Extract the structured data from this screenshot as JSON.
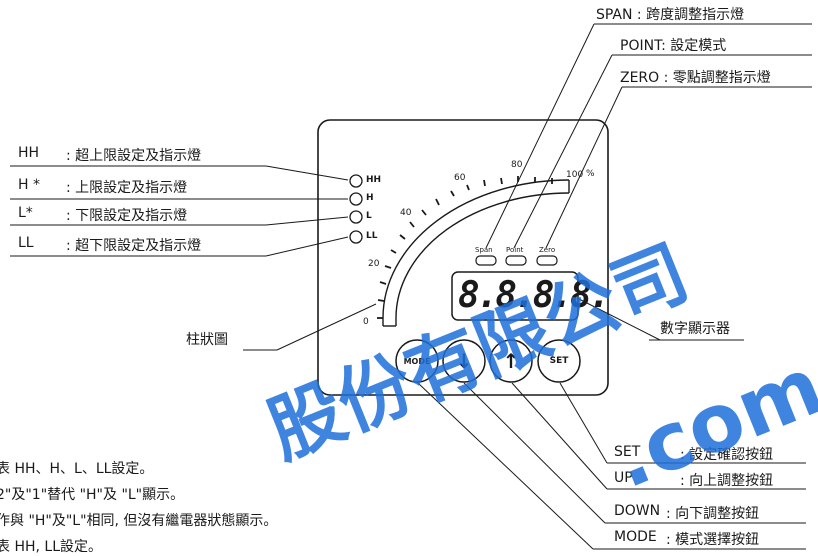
{
  "top_labels": {
    "span": "SPAN : 跨度調整指示燈",
    "point": "POINT: 設定模式",
    "zero": "ZERO : 零點調整指示燈"
  },
  "alarm_labels": [
    {
      "code": "HH",
      "desc": ": 超上限設定及指示燈"
    },
    {
      "code": "H *",
      "desc": ": 上限設定及指示燈"
    },
    {
      "code": "L*",
      "desc": ": 下限設定及指示燈"
    },
    {
      "code": "LL",
      "desc": ": 超下限設定及指示燈"
    }
  ],
  "alarm_leds": [
    "HH",
    "H",
    "L",
    "LL"
  ],
  "bar_graph_label": "柱狀圖",
  "display_label": "數字顯示器",
  "display_value": "8.8.8.8.",
  "scale": {
    "ticks": [
      "0",
      "20",
      "40",
      "60",
      "80",
      "100"
    ],
    "unit": "%"
  },
  "indicator_leds": [
    "Span",
    "Point",
    "Zero"
  ],
  "buttons": {
    "mode": "MODE",
    "down": "↓",
    "up": "↑",
    "set": "SET"
  },
  "button_labels": [
    {
      "code": "SET",
      "desc": ": 設定確認按鈕"
    },
    {
      "code": "UP",
      "desc": ": 向上調整按鈕"
    },
    {
      "code": "DOWN",
      "desc": ": 向下調整按鈕"
    },
    {
      "code": "MODE",
      "desc": ": 模式選擇按鈕"
    }
  ],
  "notes": [
    "表 HH、H、L、LL設定。",
    "2\"及\"1\"替代 \"H\"及 \"L\"顯示。",
    "作與 \"H\"及\"L\"相同, 但沒有繼電器狀態顯示。",
    "表 HH, LL設定。"
  ],
  "watermark": {
    "main": "股份有限公司",
    "sub": ".com.tw"
  }
}
